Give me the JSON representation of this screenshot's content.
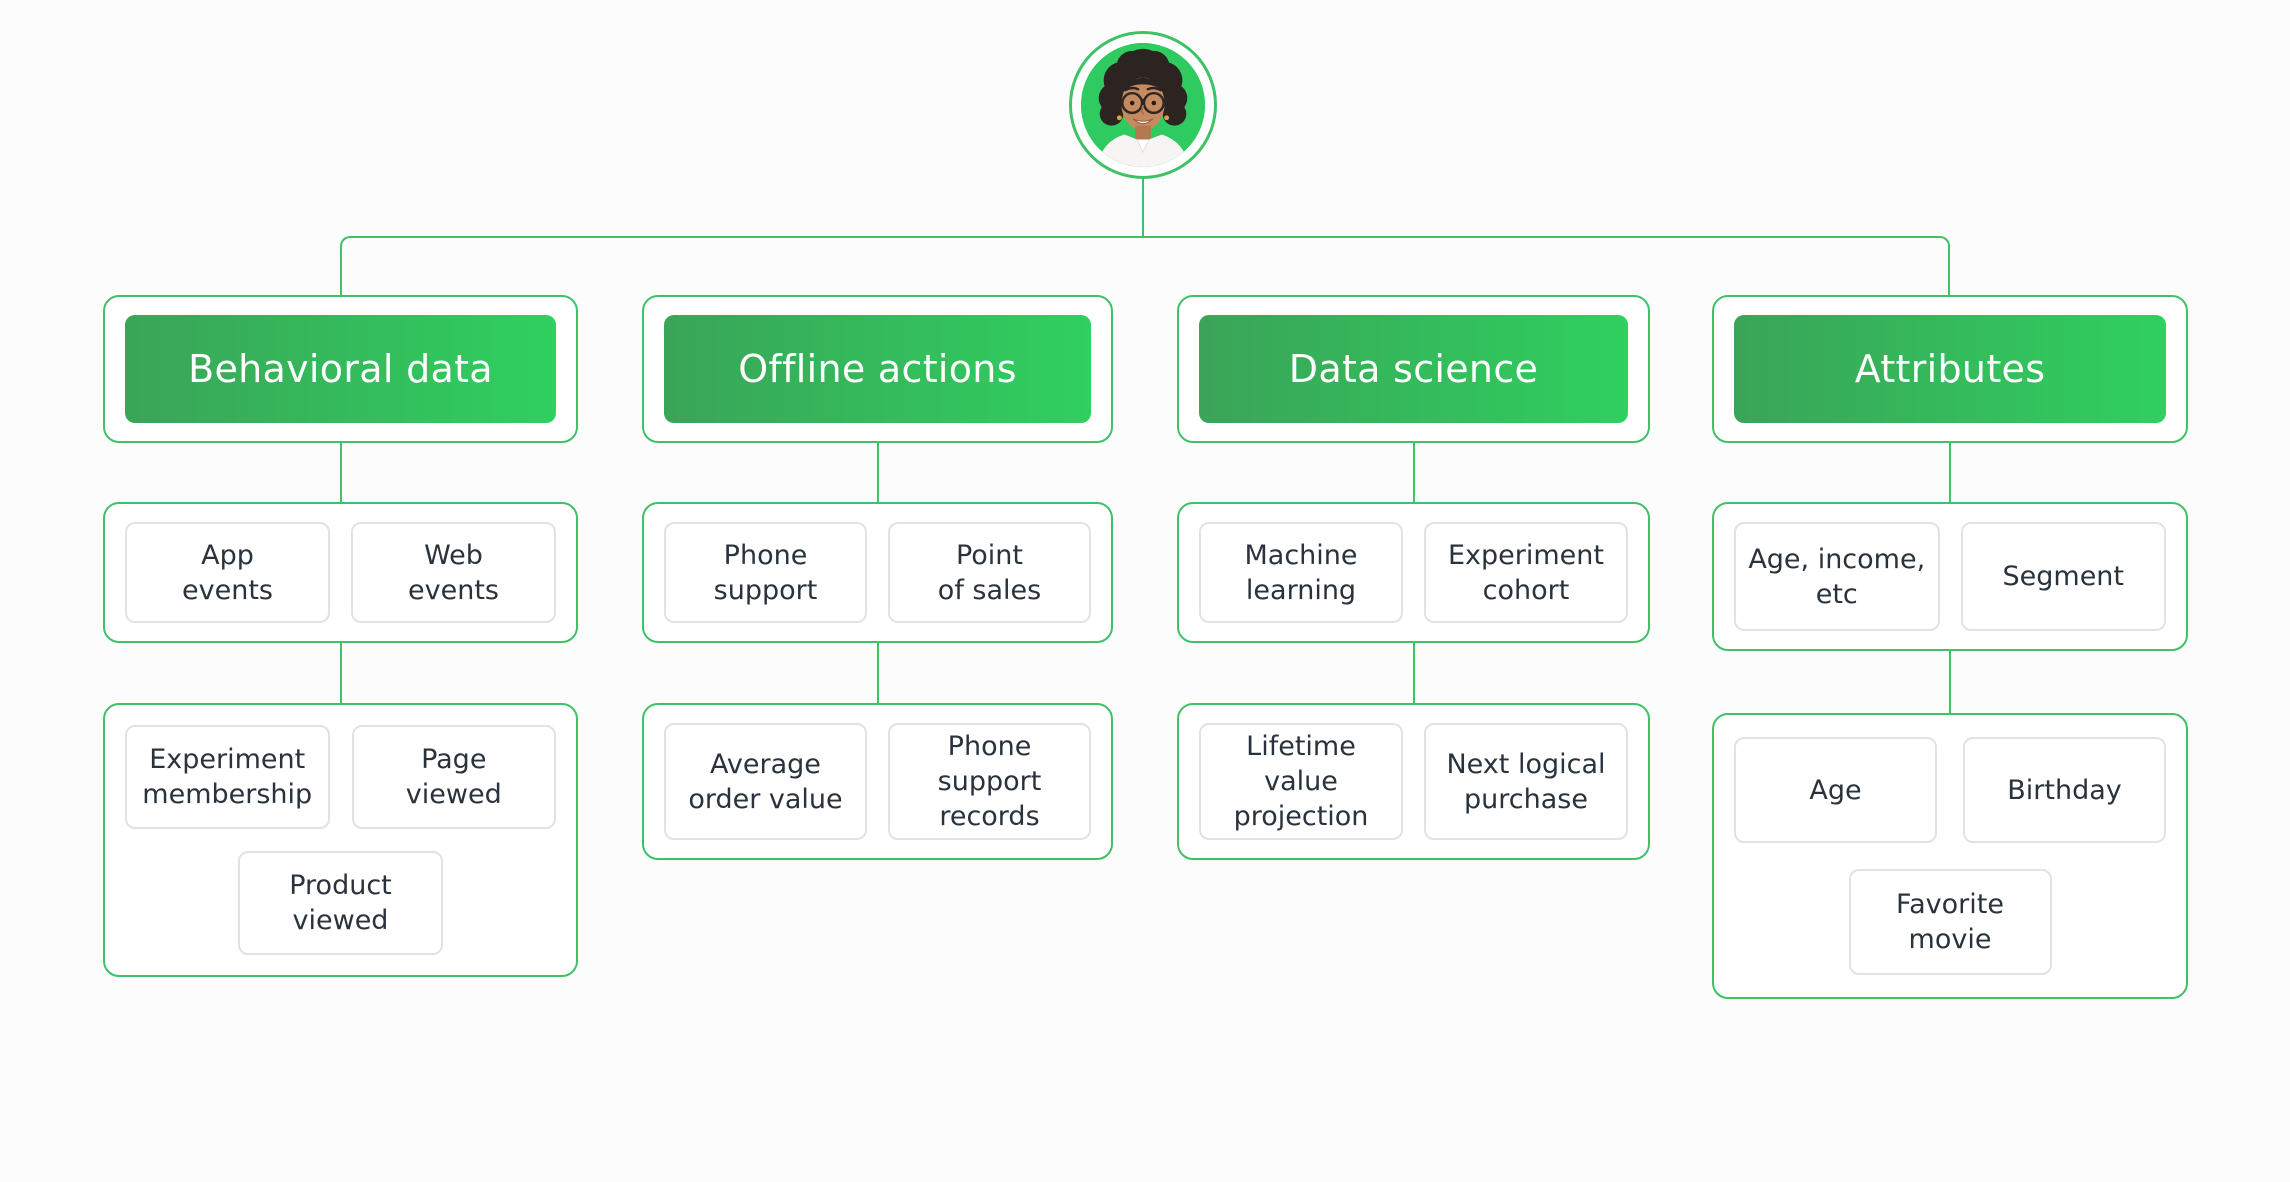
{
  "theme": {
    "page_background": "#fbfcfb",
    "accent_green": "#3fc166",
    "header_gradient_start": "#3aa458",
    "header_gradient_end": "#2fd05f",
    "sub_box_border": "#e0e2e5",
    "sub_text_color": "#2a333c",
    "header_text_color": "#ffffff"
  },
  "avatar": {
    "icon": "woman-with-glasses-photo",
    "ring_color": "#3fc166",
    "background": "#2fca60"
  },
  "columns": [
    {
      "title": "Behavioral data",
      "groups": [
        {
          "items": [
            "App\nevents",
            "Web\nevents"
          ]
        },
        {
          "items": [
            "Experiment\nmembership",
            "Page\nviewed",
            "Product\nviewed"
          ]
        }
      ]
    },
    {
      "title": "Offline actions",
      "groups": [
        {
          "items": [
            "Phone\nsupport",
            "Point\nof sales"
          ]
        },
        {
          "items": [
            "Average\norder value",
            "Phone support\nrecords"
          ]
        }
      ]
    },
    {
      "title": "Data science",
      "groups": [
        {
          "items": [
            "Machine\nlearning",
            "Experiment\ncohort"
          ]
        },
        {
          "items": [
            "Lifetime value\nprojection",
            "Next logical\npurchase"
          ]
        }
      ]
    },
    {
      "title": "Attributes",
      "groups": [
        {
          "items": [
            "Age, income,\netc",
            "Segment"
          ]
        },
        {
          "items": [
            "Age",
            "Birthday",
            "Favorite\nmovie"
          ]
        }
      ]
    }
  ]
}
